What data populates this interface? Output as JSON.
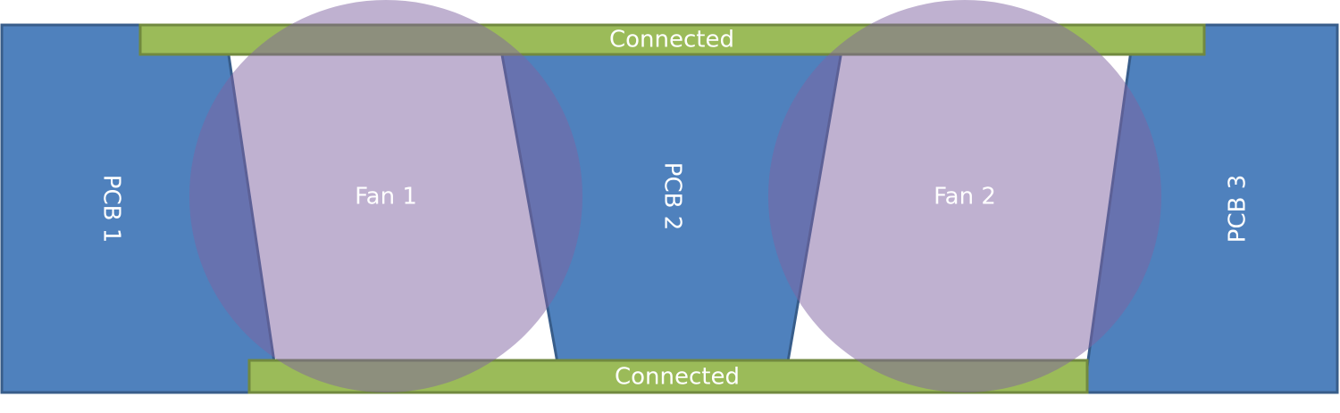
{
  "diagram": {
    "pcbs": [
      {
        "label": "PCB 1"
      },
      {
        "label": "PCB 2"
      },
      {
        "label": "PCB 3"
      }
    ],
    "fans": [
      {
        "label": "Fan 1"
      },
      {
        "label": "Fan 2"
      }
    ],
    "connectors": [
      {
        "label": "Connected"
      },
      {
        "label": "Connected"
      }
    ],
    "colors": {
      "pcb_fill": "#4f81bd",
      "pcb_stroke": "#385d8a",
      "connector_fill": "#9bbb59",
      "connector_stroke": "#71893f",
      "fan_fill": "#8064a2",
      "text": "#ffffff"
    }
  }
}
